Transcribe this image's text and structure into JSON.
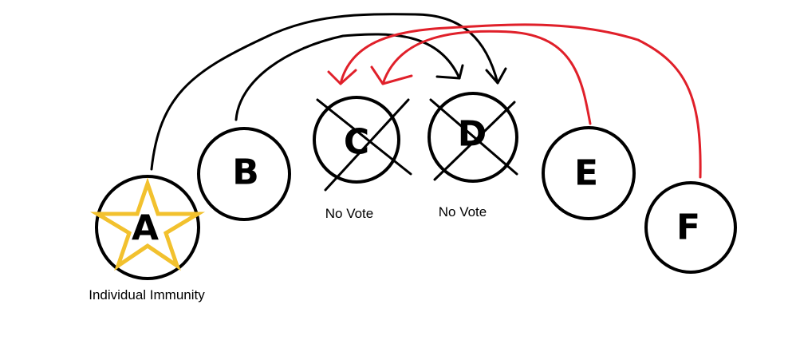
{
  "colors": {
    "outline": "#000000",
    "eliminated_vote": "#000000",
    "opposing_vote": "#e0202a",
    "immunity_star": "#f2c12e"
  },
  "nodes": [
    {
      "id": "A",
      "label": "A",
      "caption": "Individual Immunity",
      "crossed": false,
      "immune": true
    },
    {
      "id": "B",
      "label": "B",
      "caption": "",
      "crossed": false,
      "immune": false
    },
    {
      "id": "C",
      "label": "C",
      "caption": "No Vote",
      "crossed": true,
      "immune": false
    },
    {
      "id": "D",
      "label": "D",
      "caption": "No Vote",
      "crossed": true,
      "immune": false
    },
    {
      "id": "E",
      "label": "E",
      "caption": "",
      "crossed": false,
      "immune": false
    },
    {
      "id": "F",
      "label": "F",
      "caption": "",
      "crossed": false,
      "immune": false
    }
  ],
  "votes": [
    {
      "from": "A",
      "to": "D",
      "color": "black"
    },
    {
      "from": "B",
      "to": "D",
      "color": "black"
    },
    {
      "from": "E",
      "to": "C",
      "color": "red"
    },
    {
      "from": "F",
      "to": "C",
      "color": "red"
    }
  ]
}
